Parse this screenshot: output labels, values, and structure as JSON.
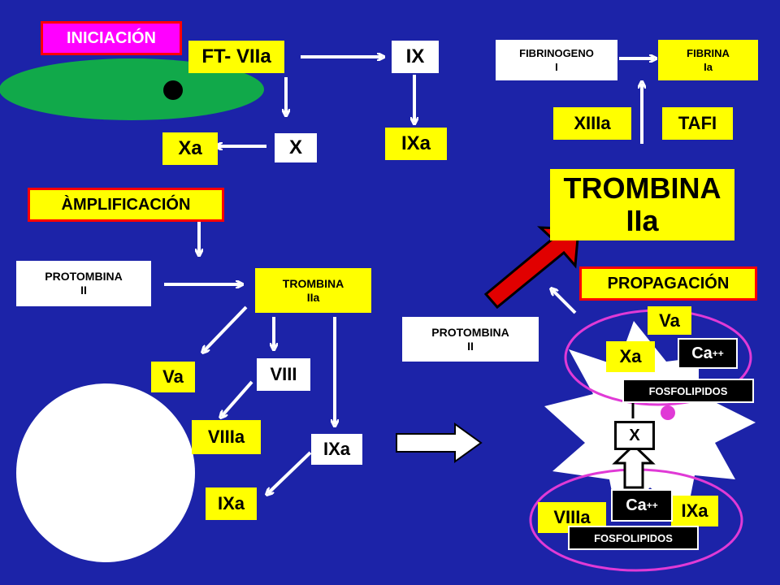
{
  "stages": {
    "initiation": "INICIACIÓN",
    "amplification": "ÀMPLIFICACIÓN",
    "propagation": "PROPAGACIÓN"
  },
  "initiation": {
    "ft_viia": "FT- VIIa",
    "ix": "IX",
    "ixa": "IXa",
    "x": "X",
    "xa": "Xa"
  },
  "amplification": {
    "prothrombin": "PROTOMBINA\nII",
    "thrombin": "TROMBINA\nIIa",
    "va": "Va",
    "viii": "VIII",
    "viiia": "VIIIa",
    "ixa_right": "IXa",
    "ixa_left": "IXa"
  },
  "fibrin": {
    "fibrinogen": "FIBRINOGENO\nI",
    "fibrin": "FIBRINA\nIa",
    "xiiia": "XIIIa",
    "tafi": "TAFI"
  },
  "propagation": {
    "thrombin_big": "TROMBINA\nIIa",
    "prothrombin": "PROTOMBINA\nII",
    "va": "Va",
    "xa": "Xa",
    "ca_top": "Ca",
    "ca_bottom": "Ca",
    "ca_sup": "++",
    "phospholipids_top": "FOSFOLIPIDOS",
    "phospholipids_bottom": "FOSFOLIPIDOS",
    "x": "X",
    "ixa": "IXa",
    "viiia": "VIIIa"
  },
  "colors": {
    "background": "#1c23a8",
    "box_yellow": "#ffff00",
    "label_pink": "#ff00ff",
    "label_border": "#ff0000",
    "ellipse_green": "#11a94a",
    "ring_magenta": "#e03ad6"
  }
}
